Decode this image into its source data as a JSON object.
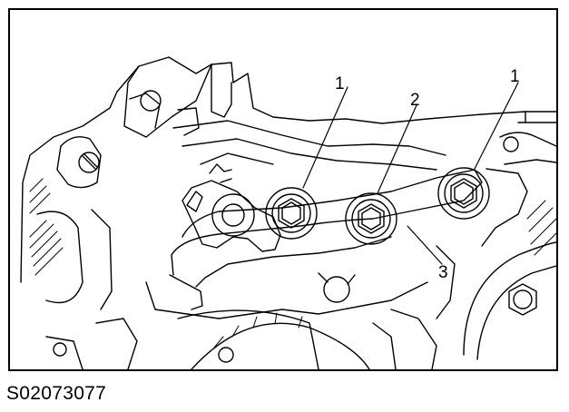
{
  "figure": {
    "reference_code": "S02073077",
    "callouts": [
      {
        "id": "bolt-left",
        "text": "1"
      },
      {
        "id": "bolt-middle",
        "text": "2"
      },
      {
        "id": "bolt-right",
        "text": "1"
      },
      {
        "id": "strap",
        "text": "3"
      }
    ]
  }
}
